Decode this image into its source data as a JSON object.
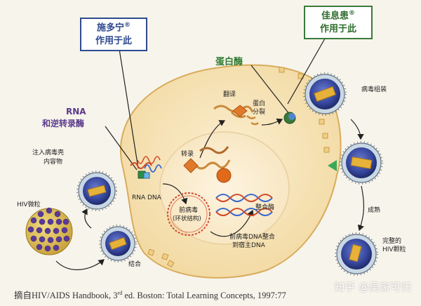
{
  "callouts": {
    "stocrin": {
      "name": "施多宁",
      "mark": "®",
      "sub": "作用于此"
    },
    "crixivan": {
      "name": "佳息患",
      "mark": "®",
      "sub": "作用于此"
    }
  },
  "labels": {
    "protease_enzyme": "蛋白酶",
    "rna_label": "RNA",
    "rt_label": "和逆转录酶",
    "inject_1": "注入病毒壳",
    "inject_2": "内容物",
    "hiv_particle": "HIV微粒",
    "binding": "结合",
    "rna_dna": "RNA DNA",
    "transcription": "转录",
    "translation": "翻译",
    "protein_cleave_1": "蛋白",
    "protein_cleave_2": "分裂",
    "provirus_1": "前病毒",
    "provirus_2": "(环状结构)",
    "integrase": "整合酶",
    "integration_1": "前病毒DNA整合",
    "integration_2": "到宿主DNA",
    "assembly": "病毒组装",
    "maturation": "成熟",
    "complete_1": "完整的",
    "complete_2": "HIV颗粒"
  },
  "caption": {
    "prefix": "摘自HIV/AIDS Handbook, 3",
    "sup": "rd",
    "suffix": " ed. Boston: Total Learning Concepts, 1997:77"
  },
  "watermark": "知乎 @吴家可归",
  "colors": {
    "cell_fill": "#f6e3b8",
    "cell_stroke": "#e0b96e",
    "nucleus_fill": "#fbedd0",
    "virion_core": "#3d4d9a",
    "label_blue": "#2e4a8f",
    "label_green": "#2f7a2f",
    "label_purple": "#5a3a8a"
  }
}
